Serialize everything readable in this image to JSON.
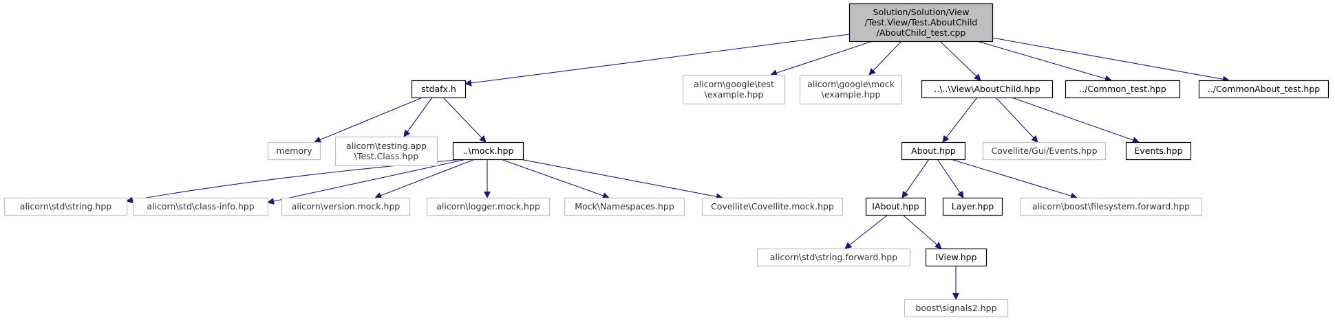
{
  "graph": {
    "colors": {
      "root_fill": "#bfbfbf",
      "node_fill": "#ffffff",
      "border_dark": "#000000",
      "border_light": "#bfbfbf",
      "edge": "#191970"
    },
    "nodes": [
      {
        "id": "root",
        "lines": [
          "Solution/Solution/View",
          "/Test.View/Test.AboutChild",
          "/AboutChild_test.cpp"
        ],
        "style": "root"
      },
      {
        "id": "stdafx",
        "lines": [
          "stdafx.h"
        ],
        "style": "dark"
      },
      {
        "id": "google_test",
        "lines": [
          "alicorn\\google\\test",
          "\\example.hpp"
        ],
        "style": "light"
      },
      {
        "id": "google_mock",
        "lines": [
          "alicorn\\google\\mock",
          "\\example.hpp"
        ],
        "style": "light"
      },
      {
        "id": "aboutchild",
        "lines": [
          "..\\..\\View\\AboutChild.hpp"
        ],
        "style": "dark"
      },
      {
        "id": "common_test",
        "lines": [
          "../Common_test.hpp"
        ],
        "style": "dark"
      },
      {
        "id": "commonabout_test",
        "lines": [
          "../CommonAbout_test.hpp"
        ],
        "style": "dark"
      },
      {
        "id": "memory",
        "lines": [
          "memory"
        ],
        "style": "light"
      },
      {
        "id": "testing_app",
        "lines": [
          "alicorn\\testing.app",
          "\\Test.Class.hpp"
        ],
        "style": "light"
      },
      {
        "id": "mock",
        "lines": [
          "..\\mock.hpp"
        ],
        "style": "dark"
      },
      {
        "id": "about",
        "lines": [
          "About.hpp"
        ],
        "style": "dark"
      },
      {
        "id": "gui_events",
        "lines": [
          "Covellite/Gui/Events.hpp"
        ],
        "style": "light"
      },
      {
        "id": "events",
        "lines": [
          "Events.hpp"
        ],
        "style": "dark"
      },
      {
        "id": "std_string",
        "lines": [
          "alicorn\\std\\string.hpp"
        ],
        "style": "light"
      },
      {
        "id": "class_info",
        "lines": [
          "alicorn\\std\\class-info.hpp"
        ],
        "style": "light"
      },
      {
        "id": "version_mock",
        "lines": [
          "alicorn\\version.mock.hpp"
        ],
        "style": "light"
      },
      {
        "id": "logger_mock",
        "lines": [
          "alicorn\\logger.mock.hpp"
        ],
        "style": "light"
      },
      {
        "id": "namespaces",
        "lines": [
          "Mock\\Namespaces.hpp"
        ],
        "style": "light"
      },
      {
        "id": "covellite_mock",
        "lines": [
          "Covellite\\Covellite.mock.hpp"
        ],
        "style": "light"
      },
      {
        "id": "iabout",
        "lines": [
          "IAbout.hpp"
        ],
        "style": "dark"
      },
      {
        "id": "layer",
        "lines": [
          "Layer.hpp"
        ],
        "style": "dark"
      },
      {
        "id": "fs_forward",
        "lines": [
          "alicorn\\boost\\filesystem.forward.hpp"
        ],
        "style": "light"
      },
      {
        "id": "string_forward",
        "lines": [
          "alicorn\\std\\string.forward.hpp"
        ],
        "style": "light"
      },
      {
        "id": "iview",
        "lines": [
          "IView.hpp"
        ],
        "style": "dark"
      },
      {
        "id": "signals2",
        "lines": [
          "boost\\signals2.hpp"
        ],
        "style": "light"
      }
    ],
    "edges": [
      [
        "root",
        "stdafx"
      ],
      [
        "root",
        "google_test"
      ],
      [
        "root",
        "google_mock"
      ],
      [
        "root",
        "aboutchild"
      ],
      [
        "root",
        "common_test"
      ],
      [
        "root",
        "commonabout_test"
      ],
      [
        "stdafx",
        "memory"
      ],
      [
        "stdafx",
        "testing_app"
      ],
      [
        "stdafx",
        "mock"
      ],
      [
        "mock",
        "std_string"
      ],
      [
        "mock",
        "class_info"
      ],
      [
        "mock",
        "version_mock"
      ],
      [
        "mock",
        "logger_mock"
      ],
      [
        "mock",
        "namespaces"
      ],
      [
        "mock",
        "covellite_mock"
      ],
      [
        "aboutchild",
        "about"
      ],
      [
        "aboutchild",
        "gui_events"
      ],
      [
        "aboutchild",
        "events"
      ],
      [
        "about",
        "iabout"
      ],
      [
        "about",
        "layer"
      ],
      [
        "about",
        "fs_forward"
      ],
      [
        "iabout",
        "string_forward"
      ],
      [
        "iabout",
        "iview"
      ],
      [
        "iview",
        "signals2"
      ]
    ]
  }
}
